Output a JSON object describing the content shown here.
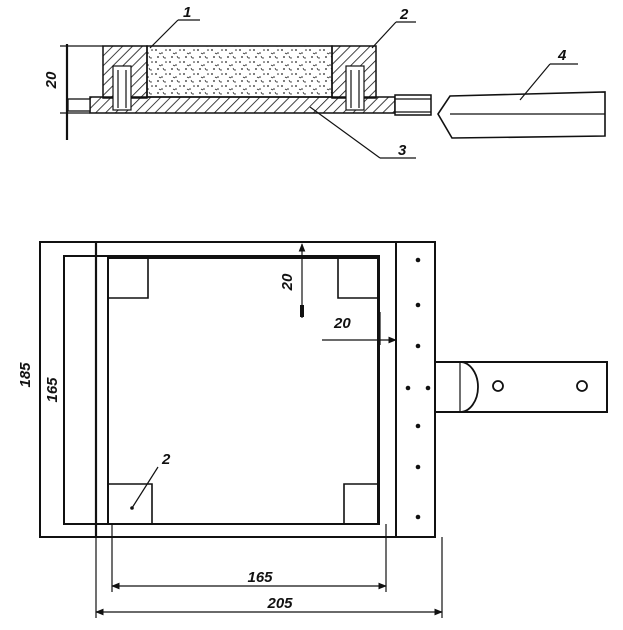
{
  "top_view": {
    "callouts": [
      "1",
      "2",
      "3",
      "4"
    ],
    "dimension_height": "20"
  },
  "plan_view": {
    "dimensions": {
      "outer_height": "185",
      "inner_height": "165",
      "inner_width": "165",
      "outer_width": "205",
      "top_offset": "20",
      "side_offset": "20"
    },
    "callout": "2"
  }
}
